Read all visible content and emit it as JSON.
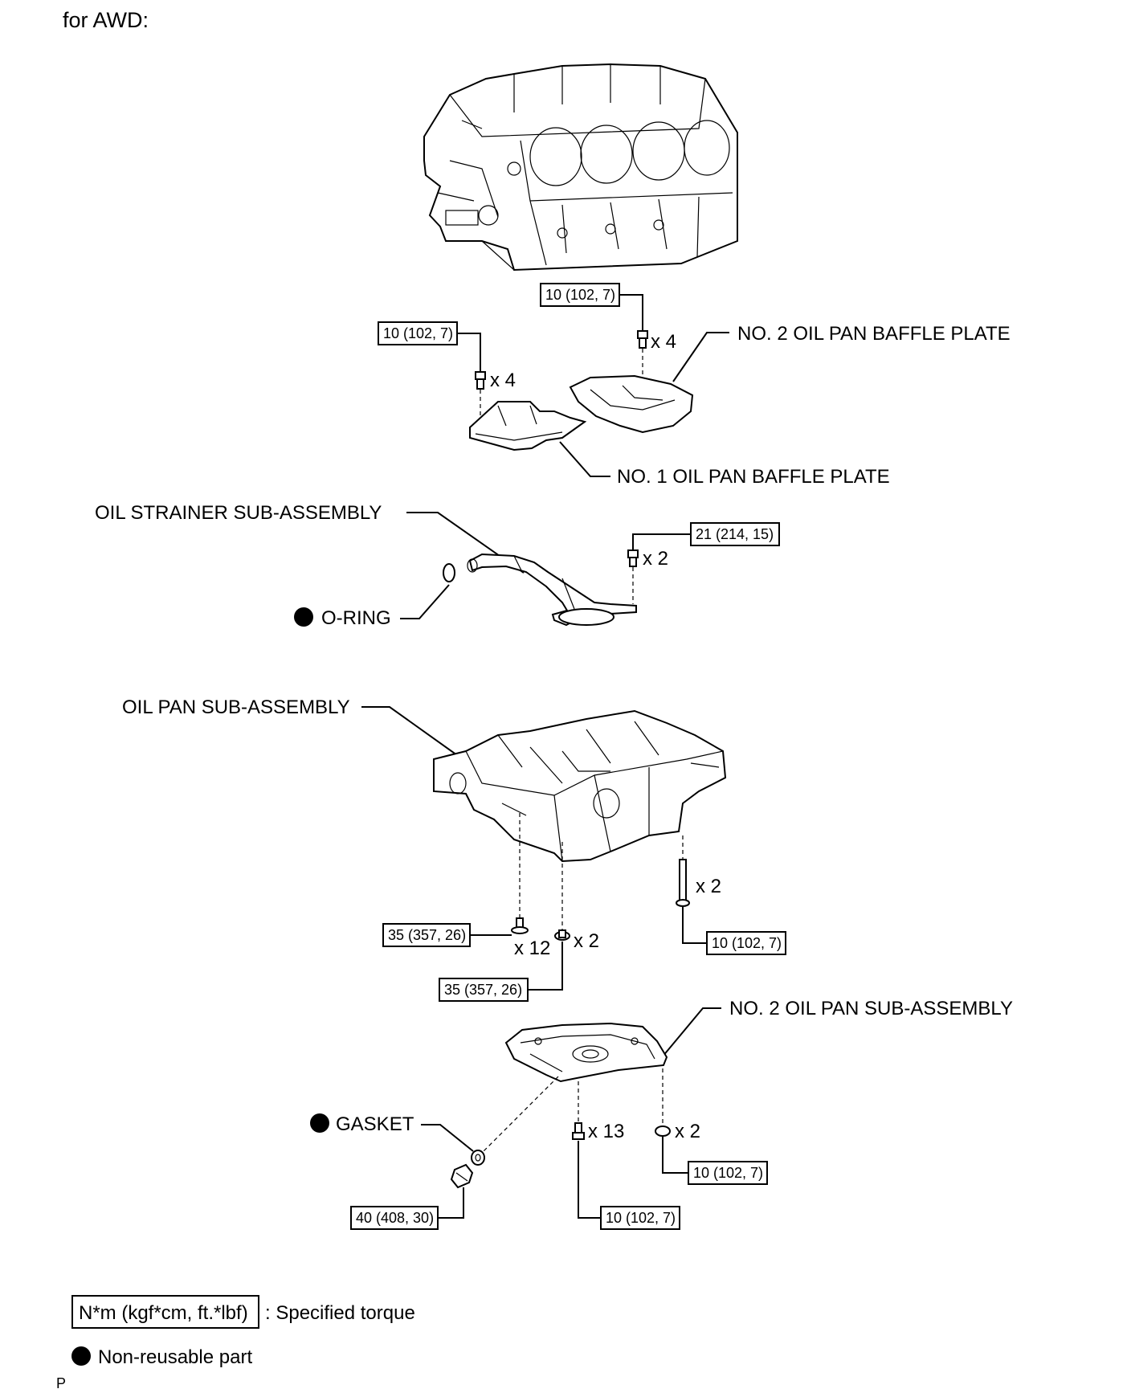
{
  "heading": "for AWD:",
  "parts": {
    "no2_baffle": "NO. 2 OIL PAN BAFFLE PLATE",
    "no1_baffle": "NO. 1 OIL PAN BAFFLE PLATE",
    "strainer": "OIL STRAINER SUB-ASSEMBLY",
    "oring": "O-RING",
    "oil_pan": "OIL PAN SUB-ASSEMBLY",
    "no2_oil_pan": "NO. 2 OIL PAN SUB-ASSEMBLY",
    "gasket": "GASKET"
  },
  "torques": {
    "t1": "10 (102, 7)",
    "t2": "10 (102, 7)",
    "t3": "21 (214, 15)",
    "t4": "35 (357, 26)",
    "t5": "35 (357, 26)",
    "t6": "10 (102, 7)",
    "t7": "10 (102, 7)",
    "t8": "40 (408, 30)",
    "t9": "10 (102, 7)"
  },
  "quantities": {
    "q1": "x 4",
    "q2": "x 4",
    "q3": "x 2",
    "q4": "x 2",
    "q5": "x 12",
    "q6": "x 2",
    "q7": "x 13",
    "q8": "x 2"
  },
  "legend": {
    "torque_units": "N*m (kgf*cm, ft.*lbf)",
    "torque_desc": ": Specified torque",
    "nonreusable": "Non-reusable part"
  },
  "footer_code": "P"
}
